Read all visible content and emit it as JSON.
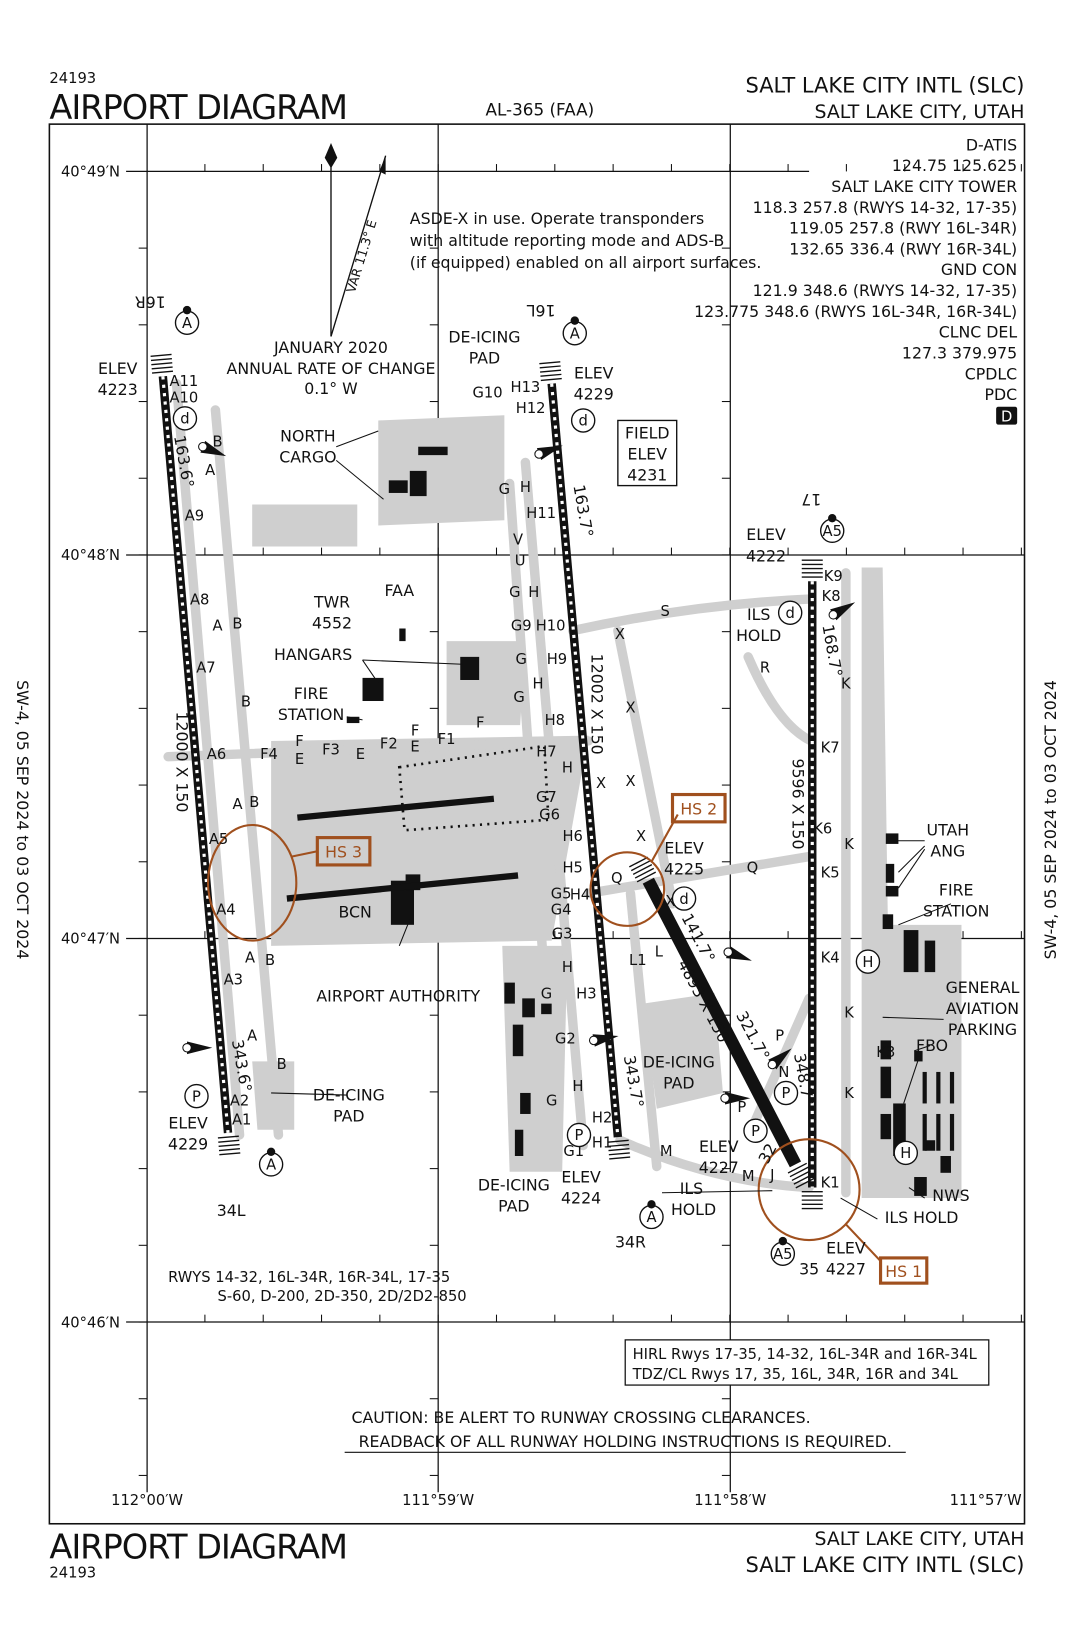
{
  "header": {
    "chart_number": "24193",
    "title": "AIRPORT DIAGRAM",
    "procedure_id": "AL-365 (FAA)",
    "airport_name": "SALT LAKE CITY INTL (SLC)",
    "city_state": "SALT LAKE CITY, UTAH"
  },
  "footer": {
    "title": "AIRPORT DIAGRAM",
    "chart_number": "24193",
    "city_state": "SALT LAKE CITY, UTAH",
    "airport_name": "SALT LAKE CITY INTL (SLC)"
  },
  "effective_dates": {
    "left": "SW-4, 05 SEP 2024 to 03 OCT 2024",
    "right": "SW-4, 05 SEP 2024 to 03 OCT 2024"
  },
  "grid": {
    "latitudes": [
      "40°49′N",
      "40°48′N",
      "40°47′N",
      "40°46′N"
    ],
    "longitudes": [
      "112°00′W",
      "111°59′W",
      "111°58′W",
      "111°57′W"
    ]
  },
  "communications": [
    "D-ATIS",
    "124.75  125.625",
    "SALT LAKE CITY TOWER",
    "118.3  257.8 (RWYS 14-32, 17-35)",
    "119.05  257.8 (RWY 16L-34R)",
    "132.65  336.4 (RWY 16R-34L)",
    "GND CON",
    "121.9  348.6 (RWYS 14-32, 17-35)",
    "123.775  348.6 (RWYS 16L-34R, 16R-34L)",
    "CLNC DEL",
    "127.3  379.975",
    "CPDLC",
    "PDC"
  ],
  "d_badge": "D",
  "asde_note": [
    "ASDE-X in use. Operate transponders",
    "with altitude reporting mode and ADS-B",
    "(if equipped) enabled on all airport surfaces."
  ],
  "magnetic_variation": {
    "var_label": "VAR 11.3° E",
    "date": "JANUARY 2020",
    "rate_label": "ANNUAL RATE OF CHANGE",
    "rate": "0.1° W"
  },
  "runways": [
    {
      "id": "16R-34L",
      "ends": [
        "16R",
        "34L"
      ],
      "dimensions": "12000 X 150",
      "headings": [
        "163.6°",
        "343.6°"
      ],
      "elevations": [
        "4223",
        "4229"
      ]
    },
    {
      "id": "16L-34R",
      "ends": [
        "16L",
        "34R"
      ],
      "dimensions": "12002 X 150",
      "headings": [
        "163.7°",
        "343.7°"
      ],
      "elevations": [
        "4229",
        "4224"
      ]
    },
    {
      "id": "17-35",
      "ends": [
        "17",
        "35"
      ],
      "dimensions": "9596 X 150",
      "headings": [
        "168.7°",
        "348.7°"
      ],
      "elevations": [
        "4222",
        "4227"
      ]
    },
    {
      "id": "14-32",
      "ends": [
        "14",
        "32"
      ],
      "dimensions": "4893 X 150",
      "headings": [
        "141.7°",
        "321.7°"
      ],
      "elevations": [
        "4225",
        "4227"
      ]
    }
  ],
  "elev_label": "ELEV",
  "field_elevation": {
    "lines": [
      "FIELD",
      "ELEV",
      "4231"
    ]
  },
  "hot_spots": [
    "HS 1",
    "HS 2",
    "HS 3"
  ],
  "map_labels": [
    "NORTH",
    "CARGO",
    "DE-ICING",
    "PAD",
    "TWR",
    "4552",
    "FAA",
    "HANGARS",
    "FIRE",
    "STATION",
    "BCN",
    "AIRPORT AUTHORITY",
    "DE-ICING",
    "PAD",
    "DE-ICING",
    "PAD",
    "DE-ICING",
    "PAD",
    "ILS",
    "HOLD",
    "ILS",
    "HOLD",
    "ILS HOLD",
    "UTAH",
    "ANG",
    "FIRE",
    "STATION",
    "GENERAL",
    "AVIATION",
    "PARKING",
    "FBO",
    "NWS"
  ],
  "taxiway_labels": [
    "A11",
    "A10",
    "B",
    "A",
    "A9",
    "A8",
    "A",
    "B",
    "A7",
    "B",
    "A6",
    "F4",
    "F",
    "E",
    "F3",
    "E",
    "F2",
    "F",
    "F1",
    "E",
    "F",
    "A",
    "B",
    "A5",
    "A4",
    "A",
    "B",
    "A3",
    "A",
    "B",
    "A2",
    "A1",
    "G10",
    "H13",
    "H12",
    "G",
    "H",
    "H11",
    "V",
    "U",
    "G",
    "H",
    "G9",
    "H10",
    "H9",
    "G",
    "H",
    "G",
    "H8",
    "H7",
    "H",
    "G7",
    "G6",
    "H6",
    "H5",
    "G5",
    "H4",
    "G4",
    "G3",
    "H",
    "G",
    "H3",
    "G2",
    "H",
    "G",
    "G1",
    "H1",
    "H2",
    "X",
    "X",
    "X",
    "X",
    "X",
    "X",
    "S",
    "R",
    "K9",
    "K8",
    "K",
    "K7",
    "K6",
    "K",
    "K5",
    "K4",
    "K",
    "K3",
    "K",
    "K1",
    "Q",
    "Q",
    "L",
    "L1",
    "M",
    "M",
    "P",
    "P",
    "J",
    "N"
  ],
  "symbols": {
    "ase_a": "A",
    "ase_a5": "A5",
    "ase_d": "d",
    "pcl_p": "P",
    "heliport": "H"
  },
  "notes": {
    "weight_bearing": [
      "RWYS 14-32, 16L-34R, 16R-34L, 17-35",
      "S-60, D-200, 2D-350, 2D/2D2-850"
    ],
    "lighting": [
      "HIRL Rwys 17-35, 14-32, 16L-34R and 16R-34L",
      "TDZ/CL Rwys 17, 35, 16L, 34R, 16R and 34L"
    ],
    "caution": "CAUTION: BE ALERT TO RUNWAY CROSSING CLEARANCES.",
    "readback": "READBACK OF ALL RUNWAY HOLDING INSTRUCTIONS IS REQUIRED."
  },
  "colors": {
    "ink": "#111111",
    "pavement": "#cfcfcf",
    "hot_spot": "#a0501e"
  }
}
